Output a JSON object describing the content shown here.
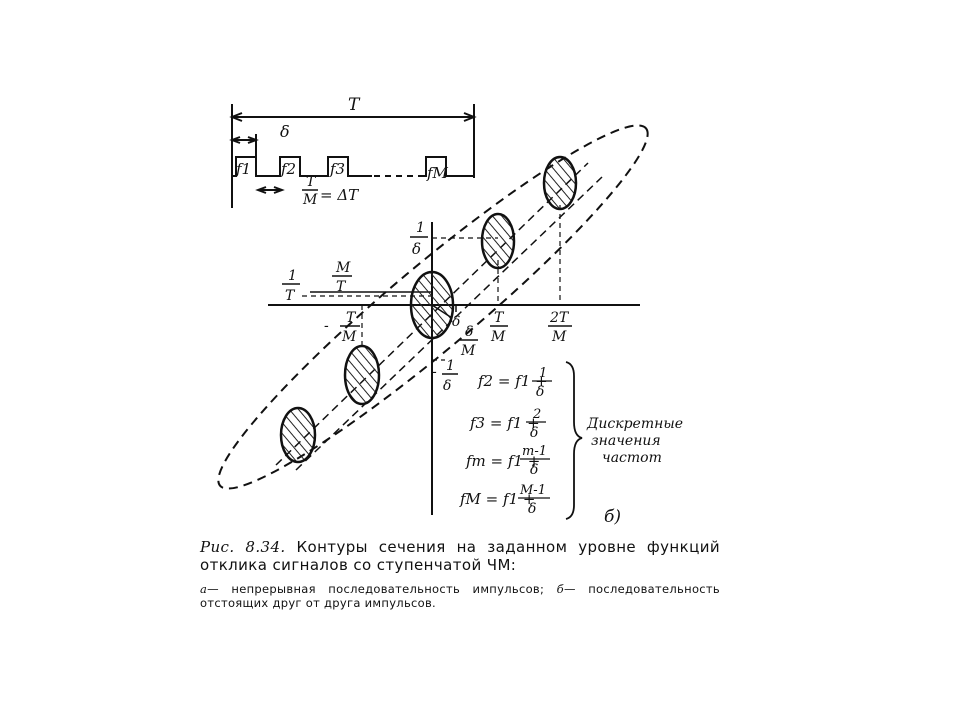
{
  "waveform": {
    "period_label": "T",
    "delta_label": "δ",
    "pulse_labels": [
      "f1",
      "f2",
      "f3",
      "fM"
    ],
    "step_label_num": "T",
    "step_label_den": "M",
    "step_label_eq": "= ΔT"
  },
  "axes": {
    "one_over_delta_num": "1",
    "one_over_delta_den": "δ",
    "one_over_T_num": "1",
    "one_over_T_den": "T",
    "M_over_T_num": "M",
    "M_over_T_den": "T",
    "neg_T_over_M": {
      "sign": "-",
      "num": "T",
      "den": "M"
    },
    "delta_mark": "δ",
    "delta_over_M_num": "δ",
    "delta_over_M_den": "M",
    "T_over_M_num": "T",
    "T_over_M_den": "M",
    "twoT_over_M_num": "2T",
    "twoT_over_M_den": "M",
    "neg_one_over_delta": {
      "sign": "-",
      "num": "1",
      "den": "δ"
    }
  },
  "equations": [
    {
      "lhs": "f2 = f1 +",
      "num": "1",
      "den": "δ"
    },
    {
      "lhs": "f3 = f1 +",
      "num": "2",
      "den": "δ"
    },
    {
      "lhs": "fm = f1 +",
      "num": "m-1",
      "den": "δ"
    },
    {
      "lhs": "fM = f1 +",
      "num": "M-1",
      "den": "δ"
    }
  ],
  "brace_note": [
    "Дискретные",
    "значения",
    "частот"
  ],
  "panel_label": "б)",
  "caption": {
    "prefix": "Рис. 8.34.",
    "line1": "Контуры сечения на заданном уровне функций отклика сигналов со ступенчатой ЧМ:",
    "line2_a": "а",
    "line2_a_text": "— непрерывная последовательность импульсов;",
    "line2_b": "б",
    "line2_b_text": "— последовательность отстоящих друг от друга импульсов."
  }
}
